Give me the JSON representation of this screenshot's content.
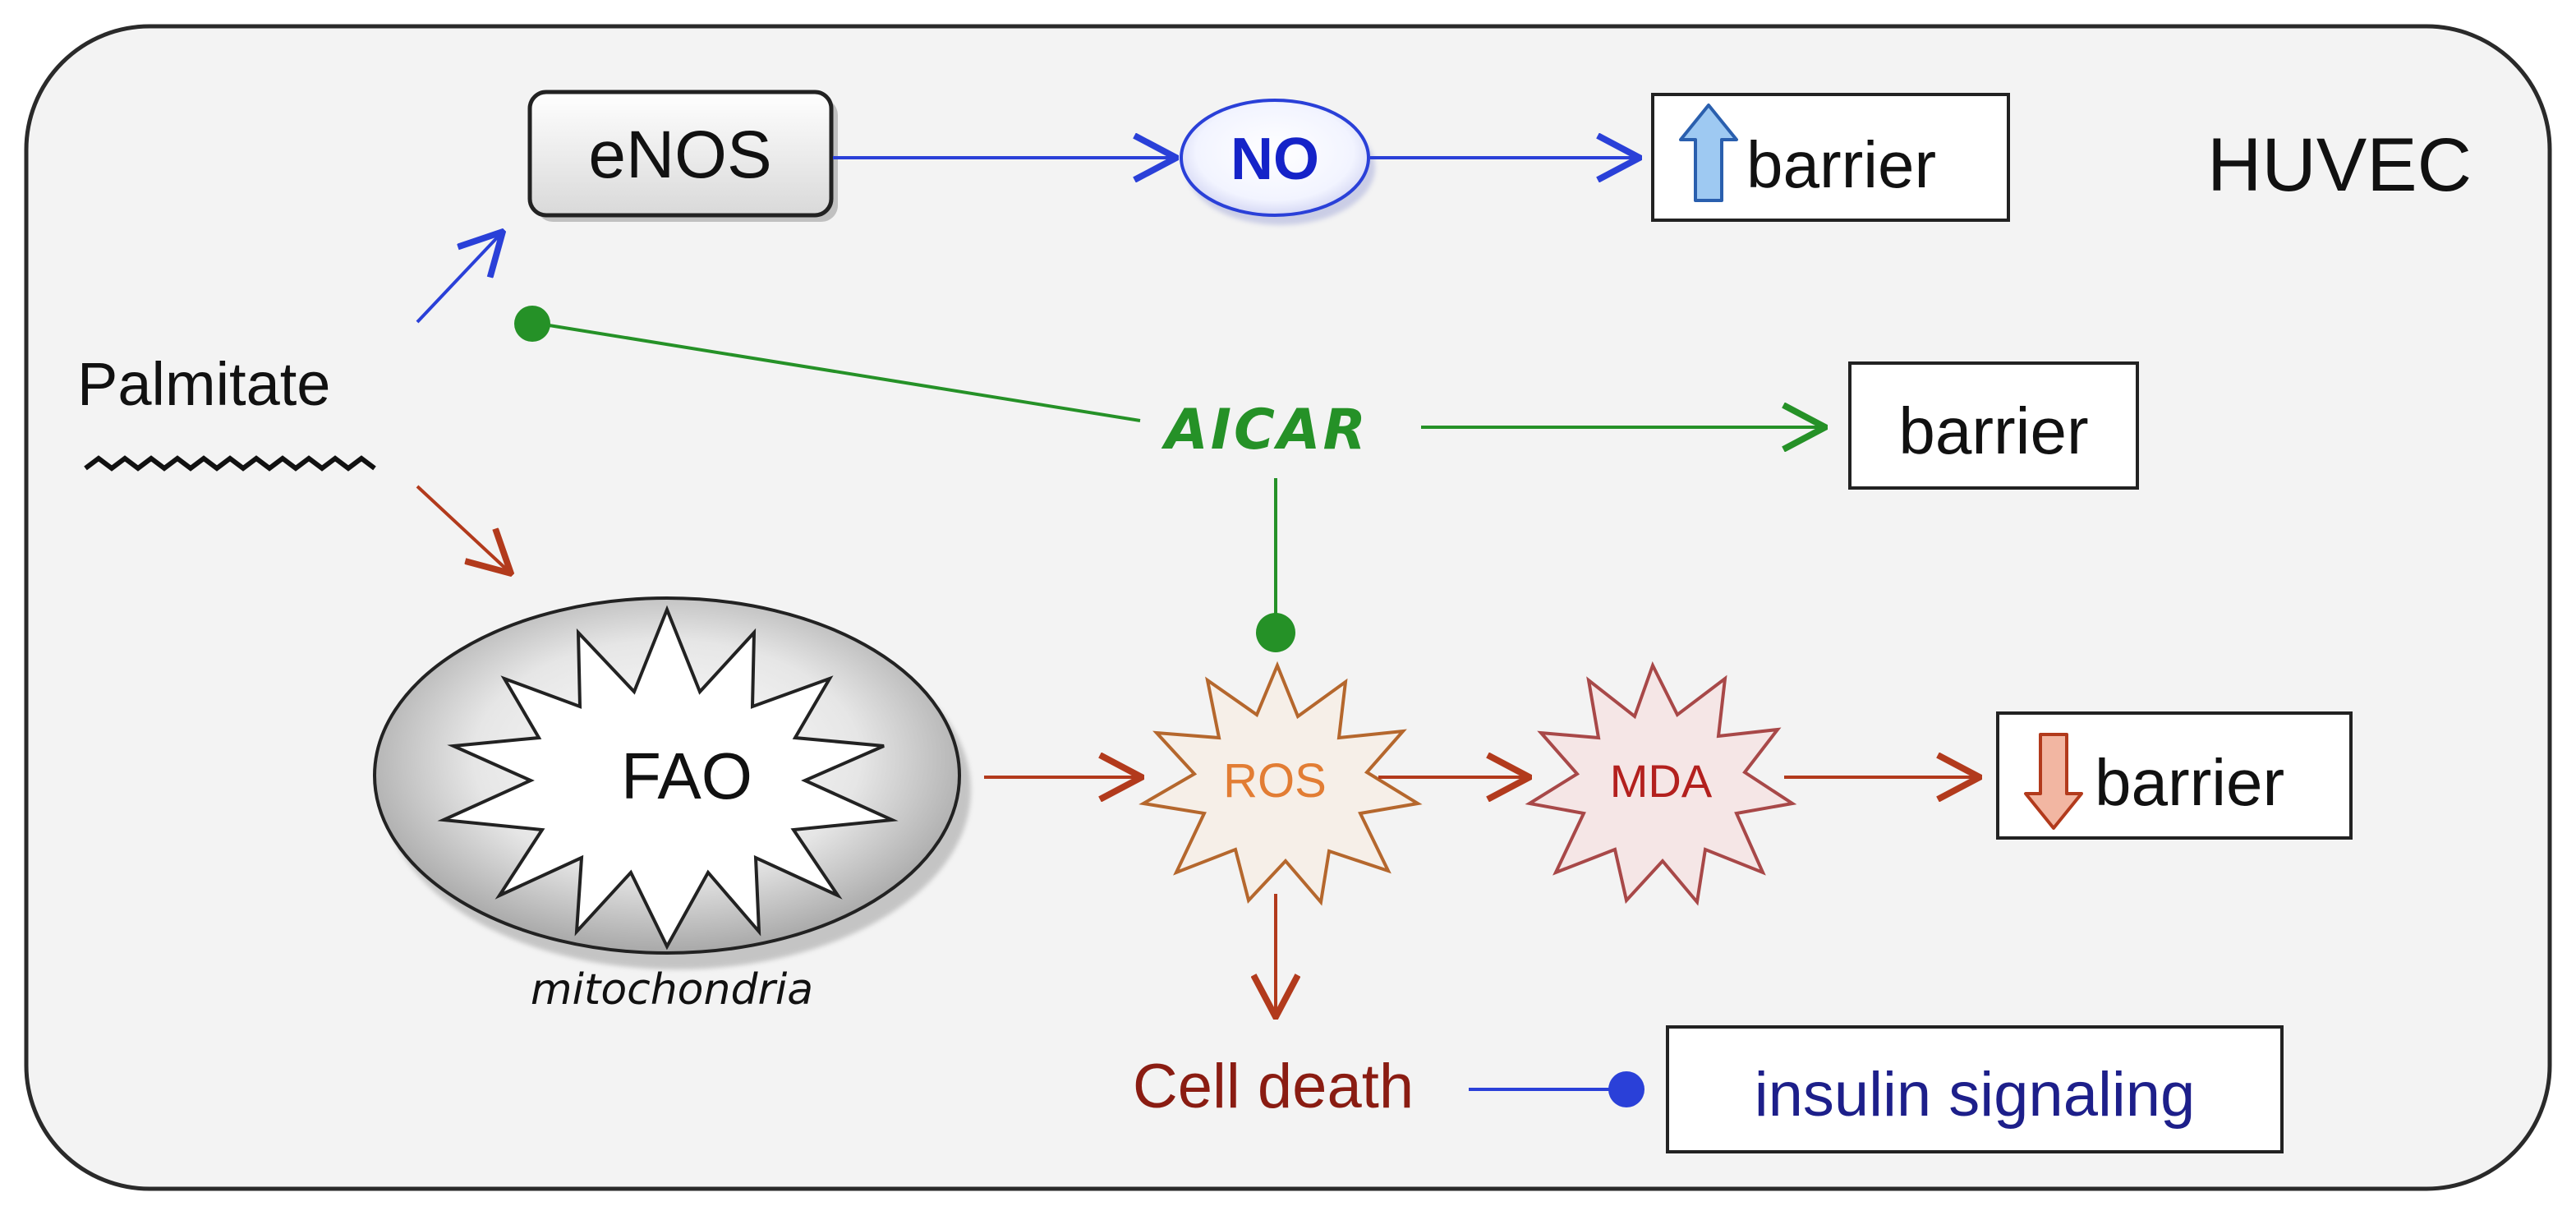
{
  "cell_label": "HUVEC",
  "nodes": {
    "palmitate": "Palmitate",
    "enos": "eNOS",
    "no": "NO",
    "barrier_up": "barrier",
    "aicar": "AICAR",
    "barrier_mid": "barrier",
    "fao": "FAO",
    "mitochondria": "mitochondria",
    "ros": "ROS",
    "mda": "MDA",
    "barrier_down": "barrier",
    "cell_death": "Cell death",
    "insulin": "insulin signaling"
  },
  "colors": {
    "activation_blue": "#2a40d8",
    "aicar_green": "#259127",
    "damage_red": "#b23a1c",
    "no_text": "#1523c8",
    "ros_text": "#e27d34",
    "mda_text": "#b3201e",
    "cell_death_text": "#8a1c12",
    "insulin_text": "#1d1f8a",
    "up_arrow": "#9ec9f2",
    "down_arrow": "#f2b6a2"
  },
  "icons": [
    "up-arrow-icon",
    "down-arrow-icon",
    "wavy-chain-icon",
    "starburst-icon"
  ]
}
